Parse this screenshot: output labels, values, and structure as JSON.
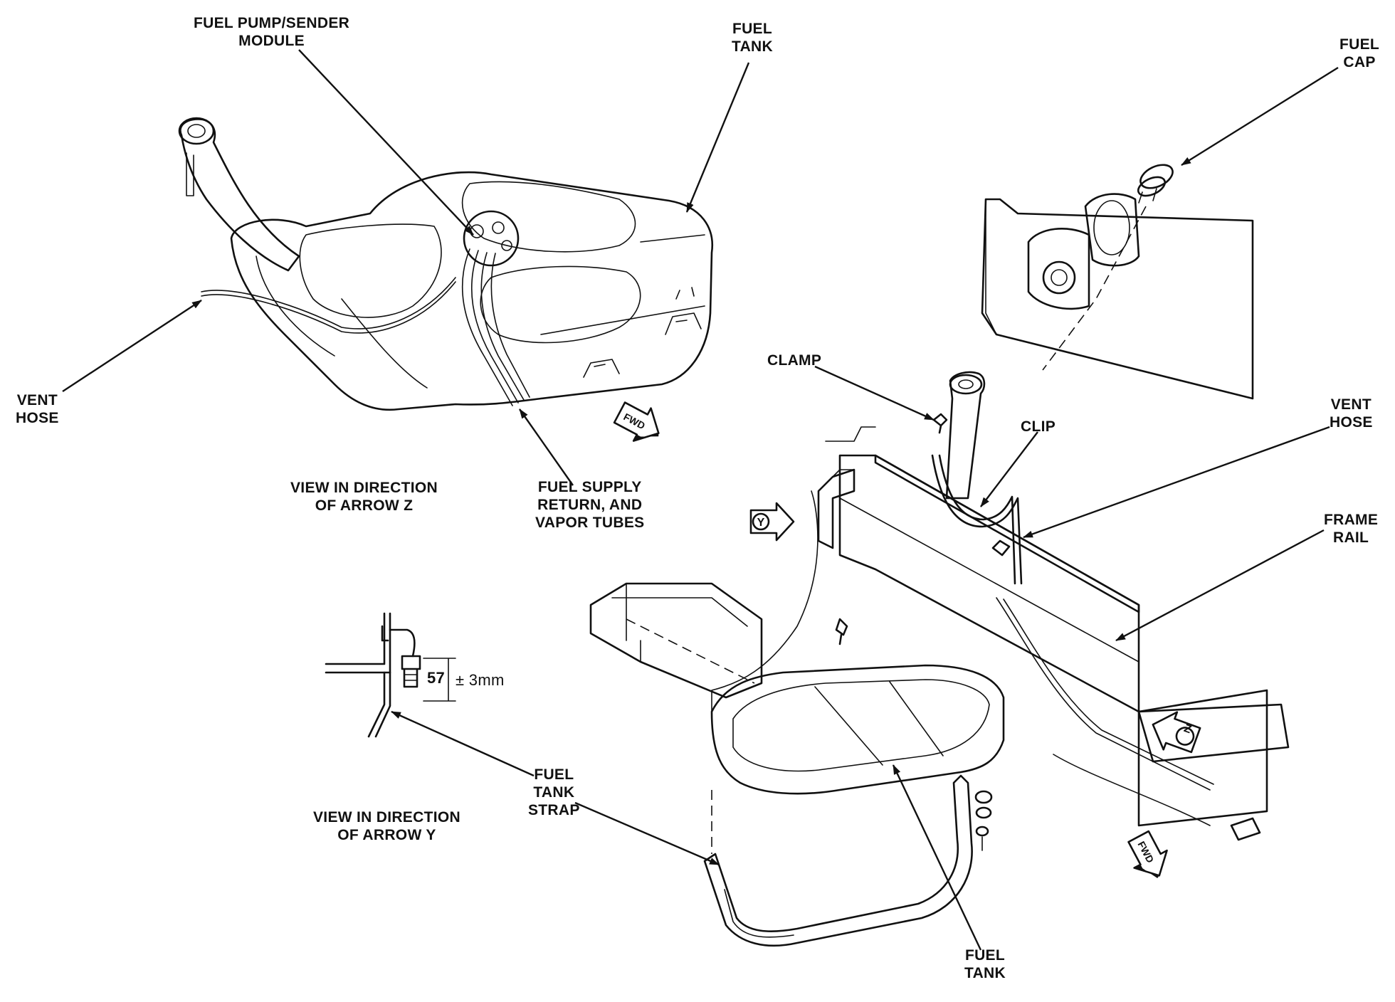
{
  "labels": {
    "fuel_pump_sender_module": [
      "FUEL PUMP/SENDER",
      "MODULE"
    ],
    "fuel_tank_top": [
      "FUEL",
      "TANK"
    ],
    "fuel_cap": [
      "FUEL",
      "CAP"
    ],
    "vent_hose_left": [
      "VENT",
      "HOSE"
    ],
    "view_direction_z": [
      "VIEW IN DIRECTION",
      "OF ARROW Z"
    ],
    "fuel_supply_tubes": [
      "FUEL SUPPLY",
      "RETURN, AND",
      "VAPOR TUBES"
    ],
    "clamp": "CLAMP",
    "clip": "CLIP",
    "vent_hose_right": [
      "VENT",
      "HOSE"
    ],
    "frame_rail": [
      "FRAME",
      "RAIL"
    ],
    "fuel_tank_strap": [
      "FUEL",
      "TANK",
      "STRAP"
    ],
    "view_direction_y": [
      "VIEW IN DIRECTION",
      "OF ARROW Y"
    ],
    "fuel_tank_bottom": [
      "FUEL",
      "TANK"
    ],
    "dimension_value": "57",
    "dimension_tolerance": "± 3mm"
  },
  "arrow_markers": {
    "fwd_top": "FWD",
    "fwd_bottom": "FWD",
    "arrow_y": "Y",
    "arrow_z": "Z"
  }
}
